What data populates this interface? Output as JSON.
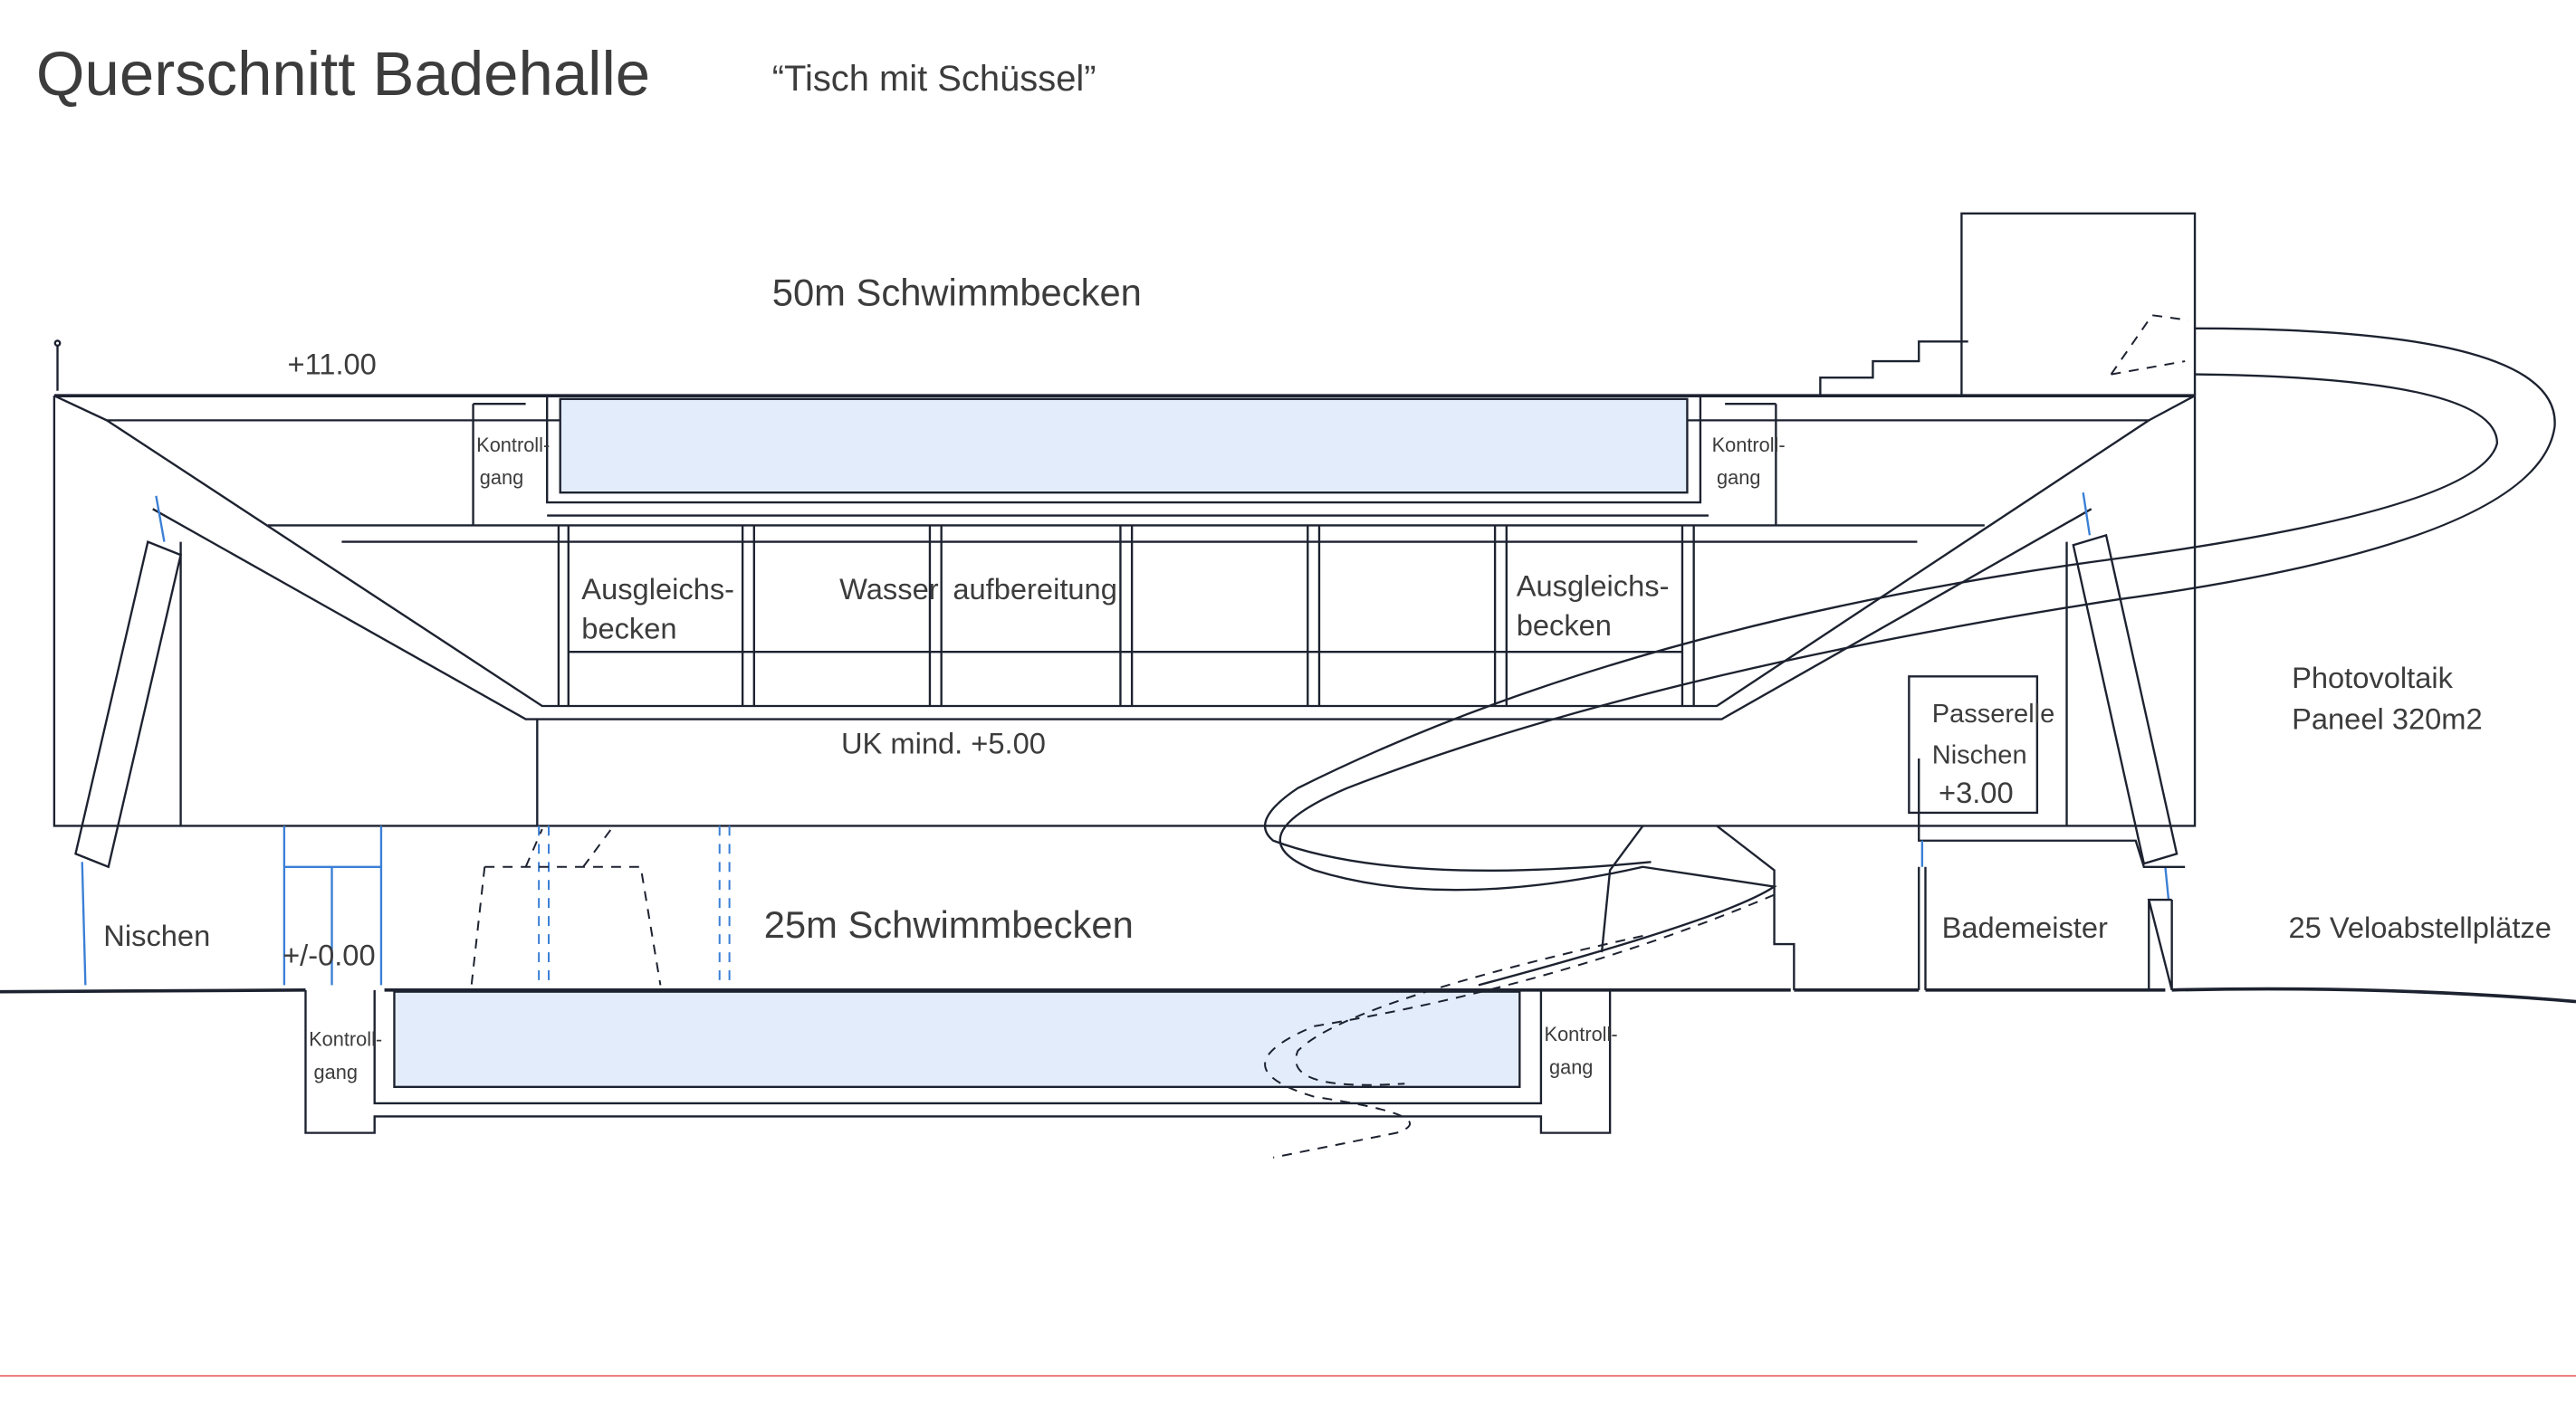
{
  "title": "Querschnitt Badehalle",
  "subtitle": "“Tisch mit Schüssel”",
  "labels": {
    "pool_50m": "50m Schwimmbecken",
    "pool_25m": "25m Schwimmbecken",
    "level_top": "+11.00",
    "level_ground": "+/-0.00",
    "level_uk": "UK mind. +5.00",
    "level_passerelle": "+3.00",
    "kontrollgang_1": "Kontroll-",
    "kontrollgang_2": "gang",
    "ausgleich_1": "Ausgleichs-",
    "ausgleich_2": "becken",
    "wasser": "Wasser",
    "aufbereitung": "aufbereitung",
    "nischen": "Nischen",
    "passerelle": "Passerelle",
    "passerelle_nischen": "Nischen",
    "photovoltaik_1": "Photovoltaik",
    "photovoltaik_2": "Paneel 320m2",
    "bademeister": "Bademeister",
    "velo": "25 Veloabstellplätze"
  },
  "colors": {
    "water": "#e2ecfa",
    "glass": "#3a7fd6",
    "line": "#1d2230",
    "bottom_rule": "#f08080"
  }
}
